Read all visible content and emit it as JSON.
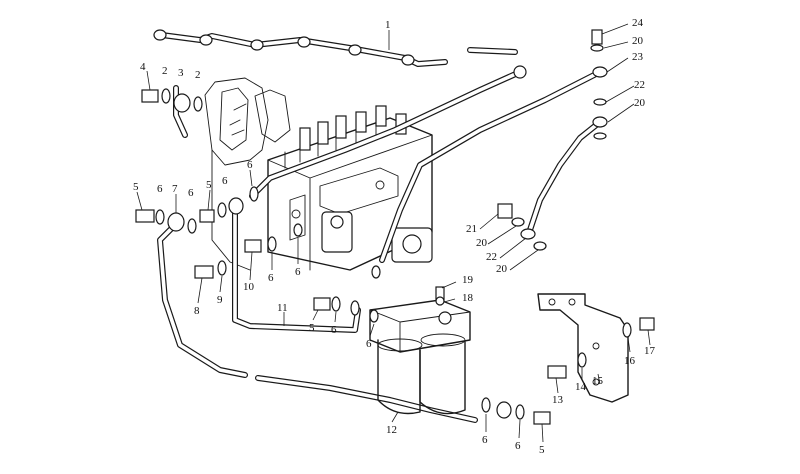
{
  "callouts": [
    {
      "label": "1"
    },
    {
      "label": "24"
    },
    {
      "label": "20"
    },
    {
      "label": "23"
    },
    {
      "label": "4"
    },
    {
      "label": "2"
    },
    {
      "label": "3"
    },
    {
      "label": "2"
    },
    {
      "label": "22"
    },
    {
      "label": "20"
    },
    {
      "label": "5"
    },
    {
      "label": "6"
    },
    {
      "label": "7"
    },
    {
      "label": "6"
    },
    {
      "label": "5"
    },
    {
      "label": "6"
    },
    {
      "label": "6"
    },
    {
      "label": "21"
    },
    {
      "label": "20"
    },
    {
      "label": "22"
    },
    {
      "label": "20"
    },
    {
      "label": "8"
    },
    {
      "label": "9"
    },
    {
      "label": "10"
    },
    {
      "label": "6"
    },
    {
      "label": "6"
    },
    {
      "label": "19"
    },
    {
      "label": "18"
    },
    {
      "label": "11"
    },
    {
      "label": "5"
    },
    {
      "label": "6"
    },
    {
      "label": "6"
    },
    {
      "label": "16"
    },
    {
      "label": "17"
    },
    {
      "label": "15"
    },
    {
      "label": "14"
    },
    {
      "label": "13"
    },
    {
      "label": "12"
    },
    {
      "label": "6"
    },
    {
      "label": "6"
    },
    {
      "label": "5"
    }
  ]
}
